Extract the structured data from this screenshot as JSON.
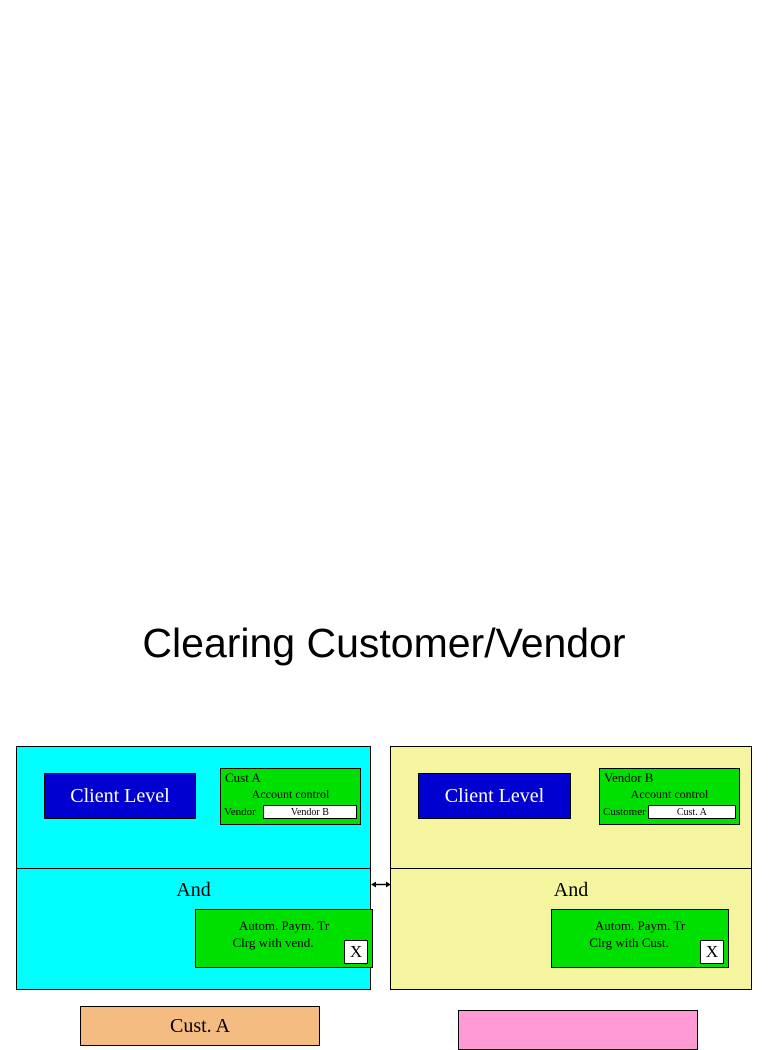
{
  "title": "Clearing Customer/Vendor",
  "panels": {
    "left": {
      "client_level_label": "Client Level",
      "master": {
        "title": "Cust A",
        "subtitle": "Account control",
        "field_label": "Vendor",
        "field_value": "Vendor B"
      },
      "operator": "And",
      "transaction": {
        "line1": "Autom. Paym. Tr",
        "line2": "Clrg with vend.",
        "checkbox": "X"
      },
      "color": "#00ffff"
    },
    "right": {
      "client_level_label": "Client Level",
      "master": {
        "title": "Vendor B",
        "subtitle": "Account control",
        "field_label": "Customer",
        "field_value": "Cust. A"
      },
      "operator": "And",
      "transaction": {
        "line1": "Autom. Paym. Tr",
        "line2": "Clrg with Cust.",
        "checkbox": "X"
      },
      "color": "#f5f5a0"
    }
  },
  "connector": {
    "name": "double-arrow"
  },
  "bottom": {
    "left_label": "Cust. A",
    "left_color": "#f5bc82",
    "right_label": "",
    "right_color": "#ff9ad5"
  }
}
